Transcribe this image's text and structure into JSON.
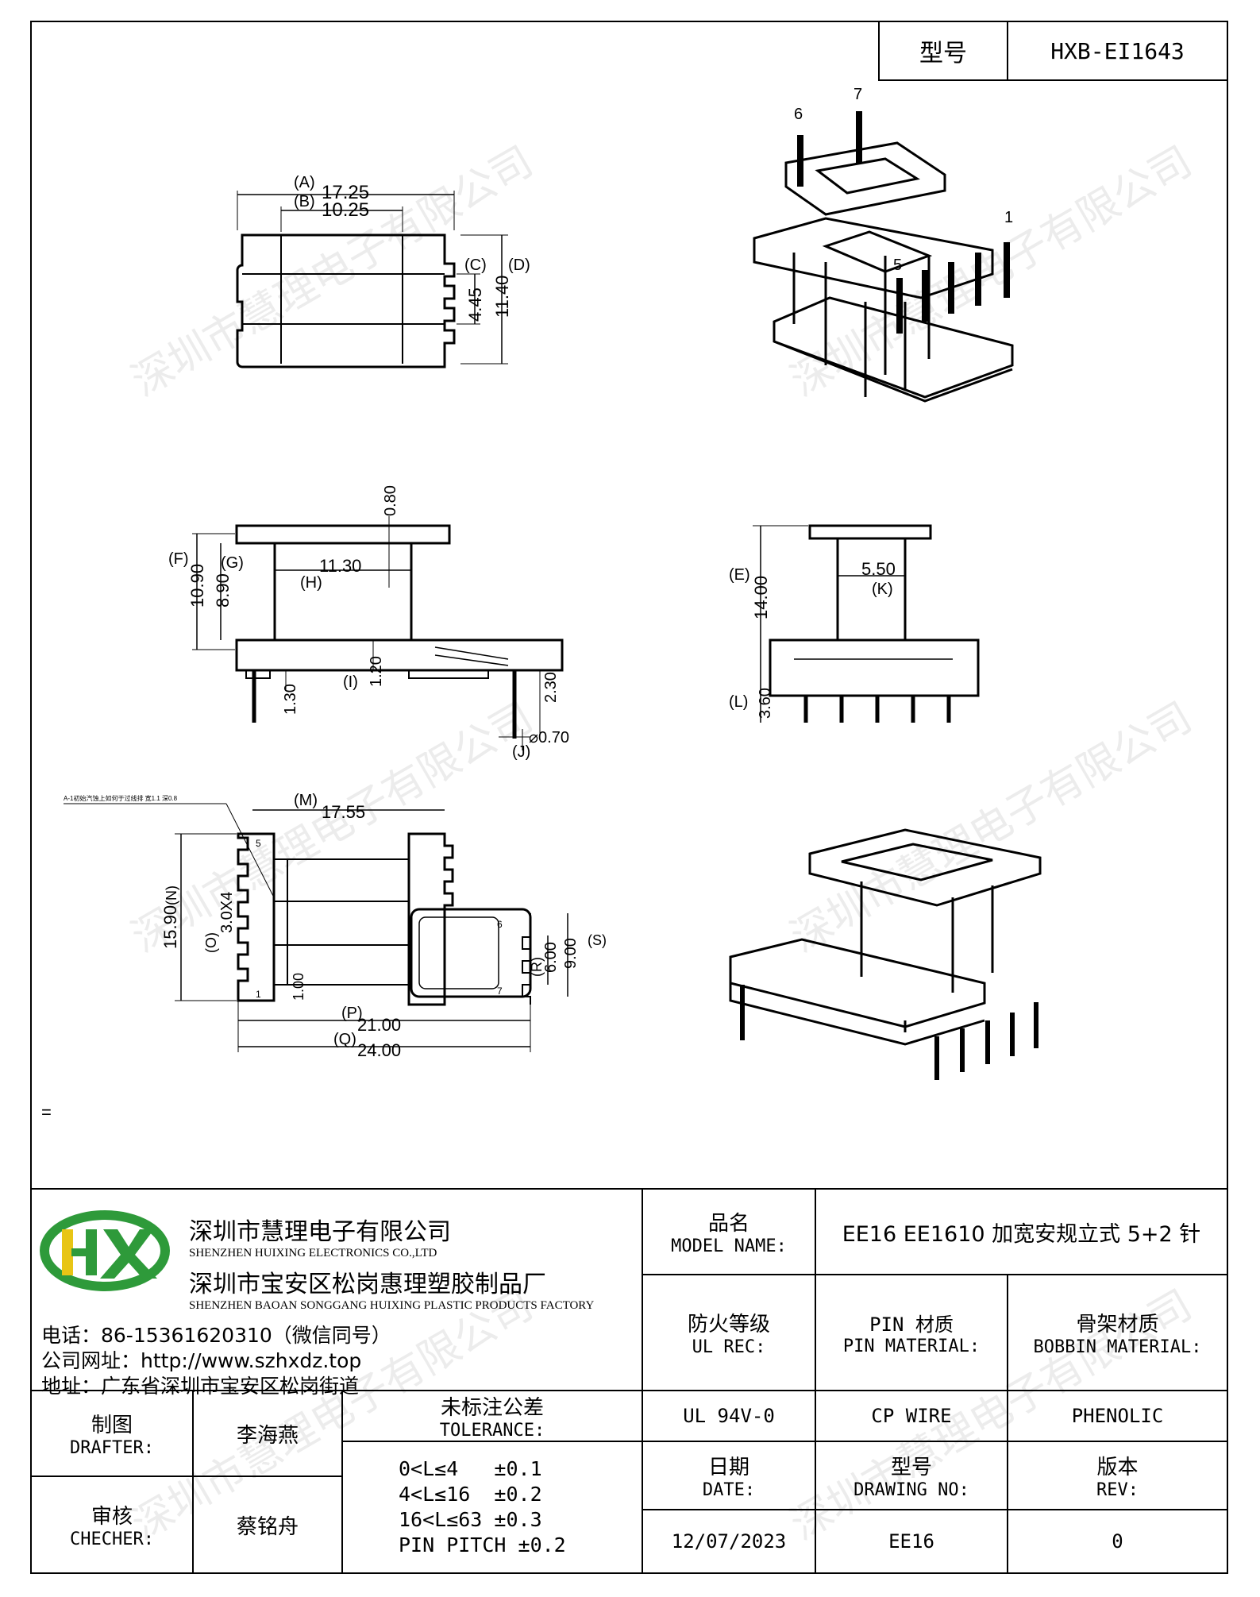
{
  "header": {
    "model_label": "型号",
    "model_value": "HXB-EI1643"
  },
  "watermark": "深圳市慧理电子有限公司",
  "drawing": {
    "top_view": {
      "A": "(A)",
      "A_val": "17.25",
      "B": "(B)",
      "B_val": "10.25",
      "C": "(C)",
      "C_val": "4.45",
      "D": "(D)",
      "D_val": "11.40"
    },
    "iso_pins": {
      "p6": "6",
      "p7": "7",
      "p1": "1",
      "p5": "5"
    },
    "front_view": {
      "F": "(F)",
      "F_val": "10.90",
      "G": "(G)",
      "G_val": "8.90",
      "H": "(H)",
      "H_val": "11.30",
      "top_val": "0.80",
      "I": "(I)",
      "I_val": "1.20",
      "left_pin": "1.30",
      "right_pin": "2.30",
      "J": "(J)",
      "J_val": "⌀0.70"
    },
    "side_view": {
      "E": "(E)",
      "E_val": "14.00",
      "K": "(K)",
      "K_val": "5.50",
      "L": "(L)",
      "L_val": "3.60"
    },
    "bottom_view": {
      "note": "A-1初始汽蚀上如何于过线排 宽1.1 深0.8",
      "M": "(M)",
      "M_val": "17.55",
      "N": "(N)",
      "N_val": "15.90",
      "O": "(O)",
      "O_val": "3.0X4",
      "pin_gap": "1.00",
      "P": "(P)",
      "P_val": "21.00",
      "Q": "(Q)",
      "Q_val": "24.00",
      "R": "(R)",
      "R_val": "6.00",
      "S": "(S)",
      "S_val": "9.00",
      "pins": [
        "5",
        "1",
        "6",
        "7"
      ]
    },
    "stray_mark": "="
  },
  "company": {
    "name_cn": "深圳市慧理电子有限公司",
    "name_en": "SHENZHEN HUIXING ELECTRONICS CO.,LTD",
    "factory_cn": "深圳市宝安区松岗惠理塑胶制品厂",
    "factory_en": "SHENZHEN BAOAN SONGGANG HUIXING PLASTIC PRODUCTS FACTORY",
    "phone": "电话：86-15361620310（微信同号）",
    "website": "公司网址：http://www.szhxdz.top",
    "address": "地址：广东省深圳市宝安区松岗街道",
    "logo_text": "HX",
    "colors": {
      "green": "#2e9a3a",
      "yellow": "#e8c515",
      "dark_green": "#1f6f2a"
    }
  },
  "table": {
    "model_name_cn": "品名",
    "model_name_en": "MODEL NAME:",
    "model_name_value": "EE16 EE1610 加宽安规立式 5+2 针",
    "ul_cn": "防火等级",
    "ul_en": "UL REC:",
    "pin_cn": "PIN 材质",
    "pin_en": "PIN MATERIAL:",
    "bobbin_cn": "骨架材质",
    "bobbin_en": "BOBBIN MATERIAL:",
    "drafter_cn": "制图",
    "drafter_en": "DRAFTER:",
    "drafter_name": "李海燕",
    "tolerance_cn": "未标注公差",
    "tolerance_en": "TOLERANCE:",
    "ul_value": "UL 94V-0",
    "pin_value": "CP WIRE",
    "bobbin_value": "PHENOLIC",
    "checker_cn": "审核",
    "checker_en": "CHECHER:",
    "checker_name": "蔡铭舟",
    "tol_lines": [
      "0<L≤4   ±0.1",
      "4<L≤16  ±0.2",
      "16<L≤63 ±0.3",
      "PIN PITCH ±0.2"
    ],
    "date_cn": "日期",
    "date_en": "DATE:",
    "drawing_no_cn": "型号",
    "drawing_no_en": "DRAWING NO:",
    "rev_cn": "版本",
    "rev_en": "REV:",
    "date_value": "12/07/2023",
    "drawing_no_value": "EE16",
    "rev_value": "0"
  }
}
